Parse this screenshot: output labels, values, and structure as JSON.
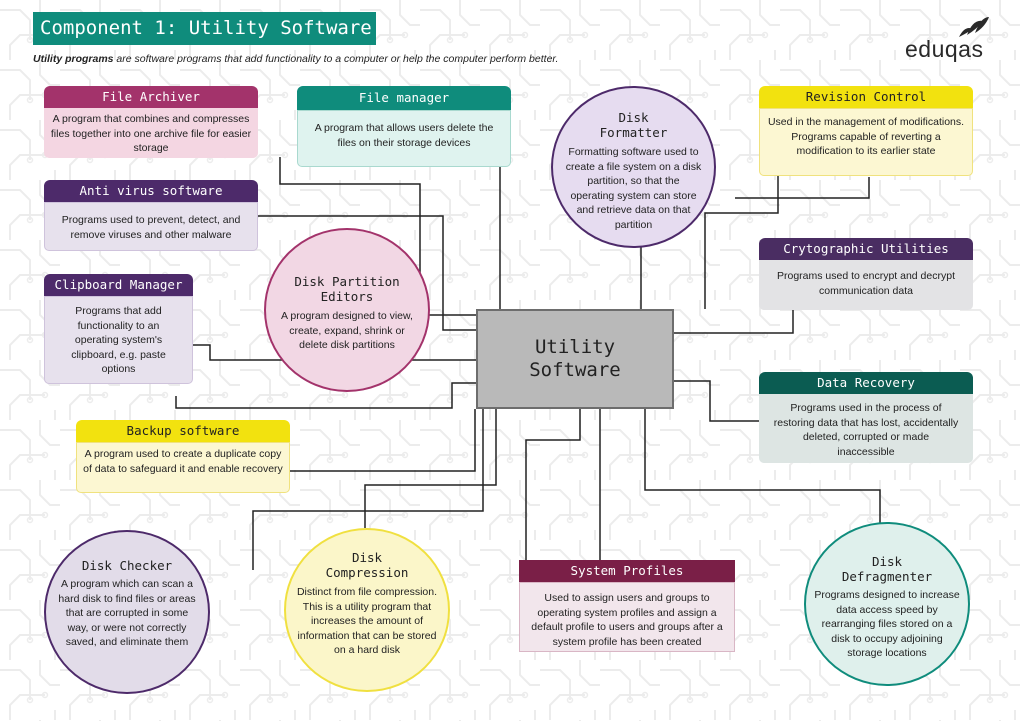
{
  "header": {
    "title": "Component 1: Utility Software",
    "subtitle_bold": "Utility programs",
    "subtitle_rest": " are software programs that add functionality to a computer or help the computer perform better.",
    "logo_text": "eduqas"
  },
  "center": {
    "label": "Utility\nSoftware"
  },
  "cards": {
    "file_archiver": {
      "title": "File Archiver",
      "desc": "A program that combines and compresses files together into one archive file for easier storage"
    },
    "file_manager": {
      "title": "File manager",
      "desc": "A program that allows users delete the files on their storage devices"
    },
    "revision_control": {
      "title": "Revision Control",
      "desc": "Used in the management of modifications. Programs capable of reverting a modification to its earlier state"
    },
    "anti_virus": {
      "title": "Anti virus software",
      "desc": "Programs used to prevent, detect, and remove viruses and other malware"
    },
    "cryptographic": {
      "title": "Crytographic Utilities",
      "desc": "Programs used to encrypt and decrypt communication data"
    },
    "clipboard": {
      "title": "Clipboard Manager",
      "desc": "Programs that add functionality to an operating system's clipboard, e.g. paste options"
    },
    "data_recovery": {
      "title": "Data Recovery",
      "desc": "Programs used in the process of restoring data that has lost, accidentally deleted, corrupted or made inaccessible"
    },
    "backup": {
      "title": "Backup software",
      "desc": "A program used to create a duplicate copy of data to safeguard it and enable recovery"
    },
    "system_profiles": {
      "title": "System Profiles",
      "desc": "Used to assign users and groups to operating system profiles and assign a default profile to users and groups after a system profile has been created"
    }
  },
  "circles": {
    "disk_formatter": {
      "title": "Disk\nFormatter",
      "desc": "Formatting software used to create a file system on a disk partition, so that the operating system can store and retrieve data on that partition"
    },
    "disk_partition": {
      "title": "Disk Partition\nEditors",
      "desc": "A program designed to view, create, expand, shrink or delete disk partitions"
    },
    "disk_checker": {
      "title": "Disk Checker",
      "desc": "A program which can scan a hard disk to find files or areas that are corrupted in some way, or were not correctly saved, and eliminate them"
    },
    "disk_compression": {
      "title": "Disk\nCompression",
      "desc": "Distinct from file compression. This is a utility program that increases the amount of information that can be stored on a hard disk"
    },
    "disk_defragmenter": {
      "title": "Disk\nDefragmenter",
      "desc": "Programs designed to increase data access speed by rearranging files stored on a disk to occupy adjoining storage locations"
    }
  },
  "colors": {
    "teal": "#0f8c7c",
    "maroon": "#a3336b",
    "purple": "#4d2a6a",
    "yellow": "#f2e20f",
    "dark_teal": "#0b5c52",
    "wine": "#7a1f47"
  }
}
